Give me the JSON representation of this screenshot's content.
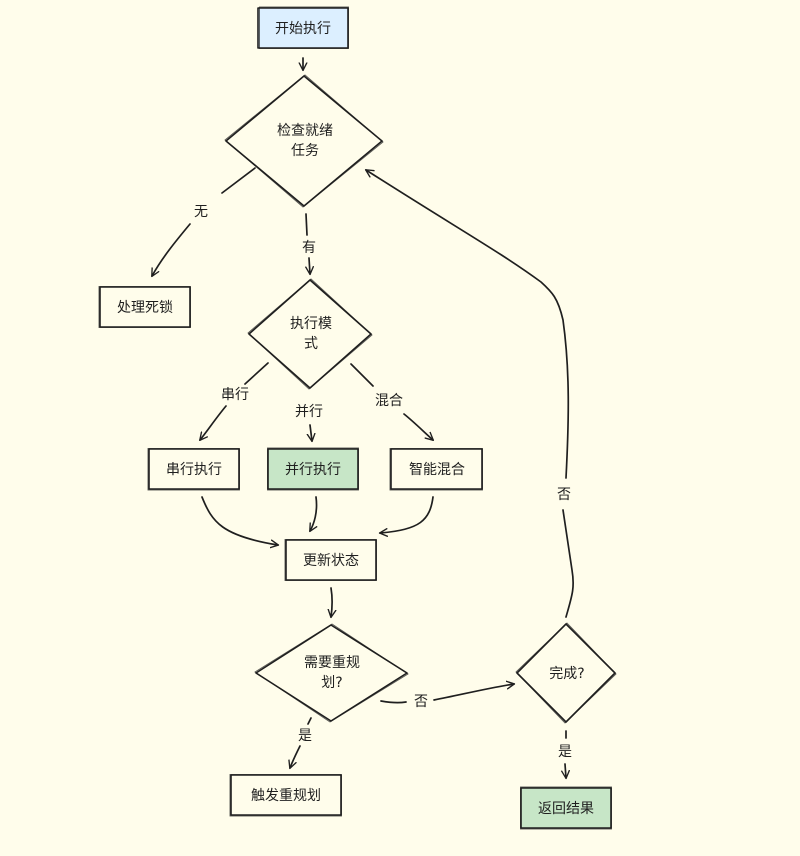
{
  "colors": {
    "background": "#fffdeb",
    "start_fill": "#dcefff",
    "done_fill": "#c7e6c7",
    "plain_fill": "#ffffff",
    "stroke": "#1f1f1f"
  },
  "nodes": {
    "start": "开始执行",
    "check_ready": [
      "检查就绪",
      "任务"
    ],
    "handle_deadlock": "处理死锁",
    "exec_mode": [
      "执行模",
      "式"
    ],
    "serial_exec": "串行执行",
    "parallel_exec": "并行执行",
    "smart_mix": "智能混合",
    "update_state": "更新状态",
    "need_replan": [
      "需要重规",
      "划?"
    ],
    "trigger_replan": "触发重规划",
    "done_check": "完成?",
    "return_result": "返回结果"
  },
  "edge_labels": {
    "none": "无",
    "has": "有",
    "serial": "串行",
    "parallel": "并行",
    "mixed": "混合",
    "replan_yes": "是",
    "replan_no": "否",
    "done_yes": "是",
    "done_no": "否"
  }
}
